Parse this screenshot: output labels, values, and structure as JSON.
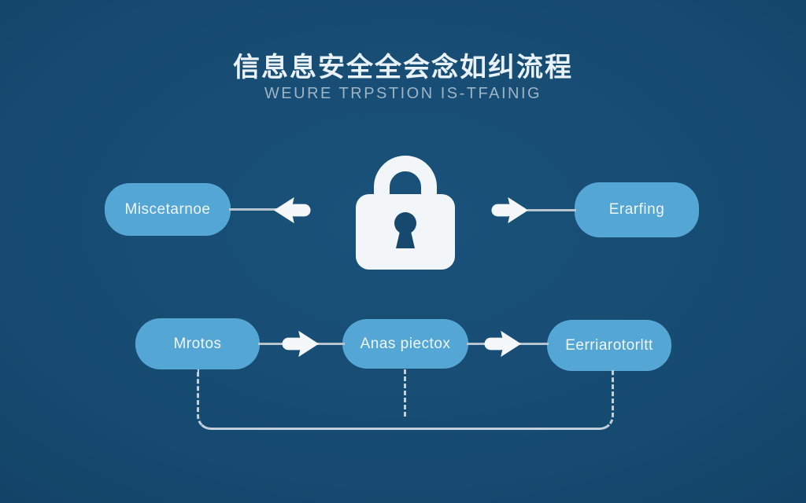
{
  "header": {
    "title": "信息息安全全会念如纠流程",
    "subtitle": "WEURE TRPSTION IS-TFAINIG"
  },
  "diagram": {
    "center_icon": "lock-icon",
    "nodes": {
      "top_left": {
        "label": "Miscetarnoe"
      },
      "top_right": {
        "label": "Erarfing"
      },
      "bottom_left": {
        "label": "Mrotos"
      },
      "bottom_middle": {
        "label": "Anas piectox"
      },
      "bottom_right": {
        "label": "Eerriarotorltt"
      }
    },
    "flow": {
      "top_left_arrow_direction": "left",
      "top_right_arrow_direction": "right",
      "bottom_arrow_directions": [
        "right",
        "right"
      ],
      "bottom_connector_style": "dashed-bracket"
    }
  },
  "colors": {
    "bg_center": "#1a527b",
    "bg_mid": "#164a70",
    "bg_edge": "#113e61",
    "bg_corner": "#0d3656",
    "title_color": "#e9f2f8",
    "subtitle_color": "#9db4c6",
    "box_fill": "#54a6d5",
    "box_text": "#eef6fb",
    "line_color": "#b6c4d0",
    "dash_color": "#c3d0db",
    "lock_fill": "#f2f6f9",
    "keyhole_fill": "#17486d",
    "arrow_fill": "#f4f8fb"
  }
}
